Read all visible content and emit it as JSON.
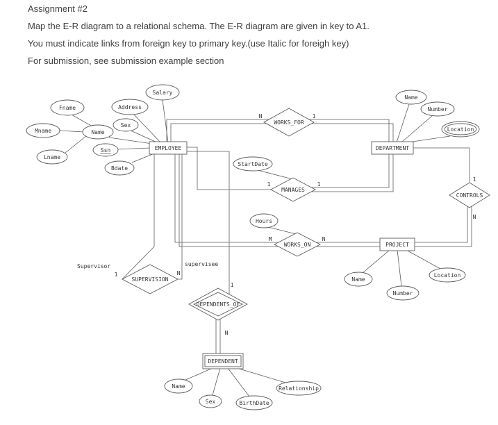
{
  "page": {
    "background": "#ffffff",
    "text_color": "#3e3e3e",
    "line_color": "#5a5a5a"
  },
  "header": {
    "assignment_title": "Assignment #2",
    "instruction1": "Map the E-R diagram to a relational schema. The E-R diagram are given in key to A1.",
    "instruction2": "You must indicate links from foreign key to primary key.(use Italic for foreigh key)",
    "instruction3": "For submission, see submission example section"
  },
  "diagram": {
    "entities": {
      "employee": "EMPLOYEE",
      "department": "DEPARTMENT",
      "project": "PROJECT",
      "dependent": "DEPENDENT"
    },
    "relationships": {
      "works_for": "WORKS_FOR",
      "manages": "MANAGES",
      "controls": "CONTROLS",
      "works_on": "WORKS_ON",
      "supervision": "SUPERVISION",
      "dependents_of": "DEPENDENTS_OF"
    },
    "attributes": {
      "salary": "Salary",
      "fname": "Fname",
      "address": "Address",
      "sex": "Sex",
      "mname": "Mname",
      "name": "Name",
      "ssn": "Ssn",
      "lname": "Lname",
      "bdate": "Bdate",
      "dept_name": "Name",
      "dept_number": "Number",
      "dept_location": "Location",
      "startdate": "StartDate",
      "hours": "Hours",
      "proj_name": "Name",
      "proj_number": "Number",
      "proj_location": "Location",
      "dep_name": "Name",
      "dep_sex": "Sex",
      "dep_birthdate": "BirthDate",
      "dep_relationship": "Relationship"
    },
    "roles": {
      "supervisor": "Supervisor",
      "supervisee": "supervisee"
    },
    "cardinalities": {
      "works_for_employee": "N",
      "works_for_department": "1",
      "manages_employee": "1",
      "manages_department": "1",
      "controls_department": "1",
      "controls_project": "N",
      "works_on_employee": "M",
      "works_on_project": "N",
      "supervision_supervisor": "1",
      "supervision_supervisee": "N",
      "dependents_of_employee": "1",
      "dependents_of_dependent": "N"
    }
  }
}
